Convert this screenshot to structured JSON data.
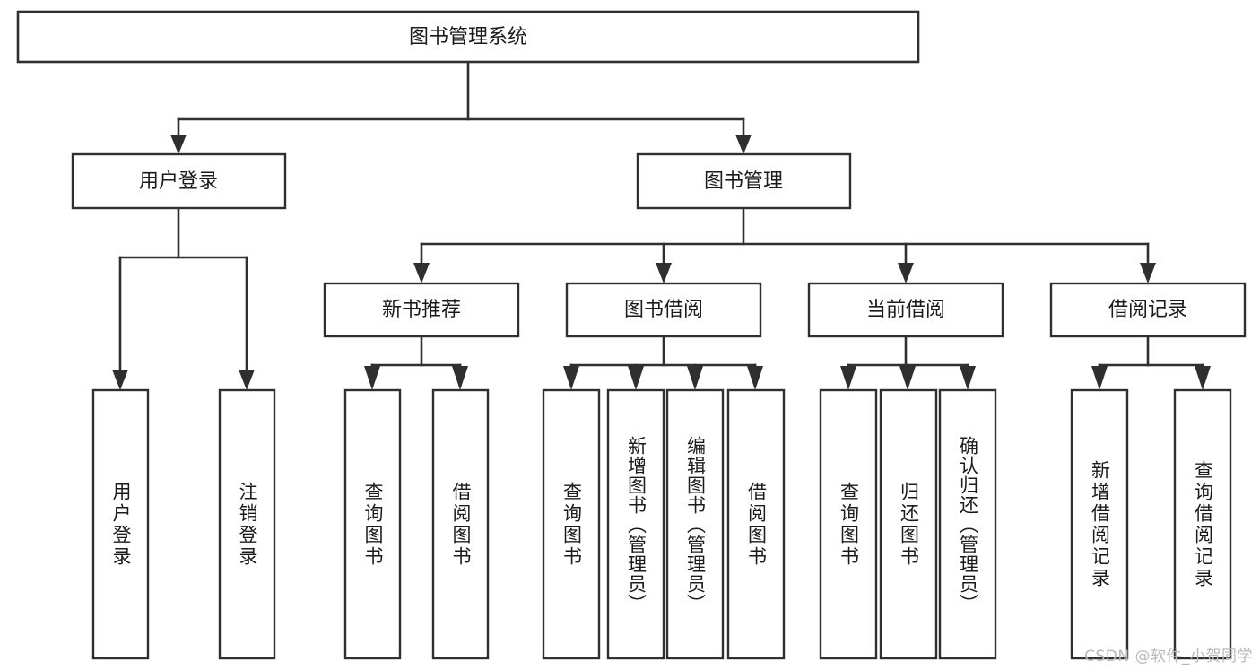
{
  "diagram": {
    "type": "tree-hierarchy-chart",
    "orientation": "top-down",
    "root": {
      "label": "图书管理系统"
    },
    "level1": [
      {
        "label": "用户登录"
      },
      {
        "label": "图书管理"
      }
    ],
    "level2": [
      {
        "label": "新书推荐"
      },
      {
        "label": "图书借阅"
      },
      {
        "label": "当前借阅"
      },
      {
        "label": "借阅记录"
      }
    ],
    "leaves": {
      "user_login": [
        {
          "label": "用户登录"
        },
        {
          "label": "注销登录"
        }
      ],
      "new_book_recommend": [
        {
          "label": "查询图书"
        },
        {
          "label": "借阅图书"
        }
      ],
      "book_borrow": [
        {
          "label": "查询图书"
        },
        {
          "label": "新增图书（管理员）"
        },
        {
          "label": "编辑图书（管理员）"
        },
        {
          "label": "借阅图书"
        }
      ],
      "current_borrow": [
        {
          "label": "查询图书"
        },
        {
          "label": "归还图书"
        },
        {
          "label": "确认归还（管理员）"
        }
      ],
      "borrow_record": [
        {
          "label": "新增借阅记录"
        },
        {
          "label": "查询借阅记录"
        }
      ]
    },
    "watermark": "CSDN @软件_小贺同学",
    "colors": {
      "stroke": "#2f2f2f",
      "fill": "#ffffff",
      "text": "#1b1b1b",
      "watermark": "#b9b9b9"
    }
  }
}
